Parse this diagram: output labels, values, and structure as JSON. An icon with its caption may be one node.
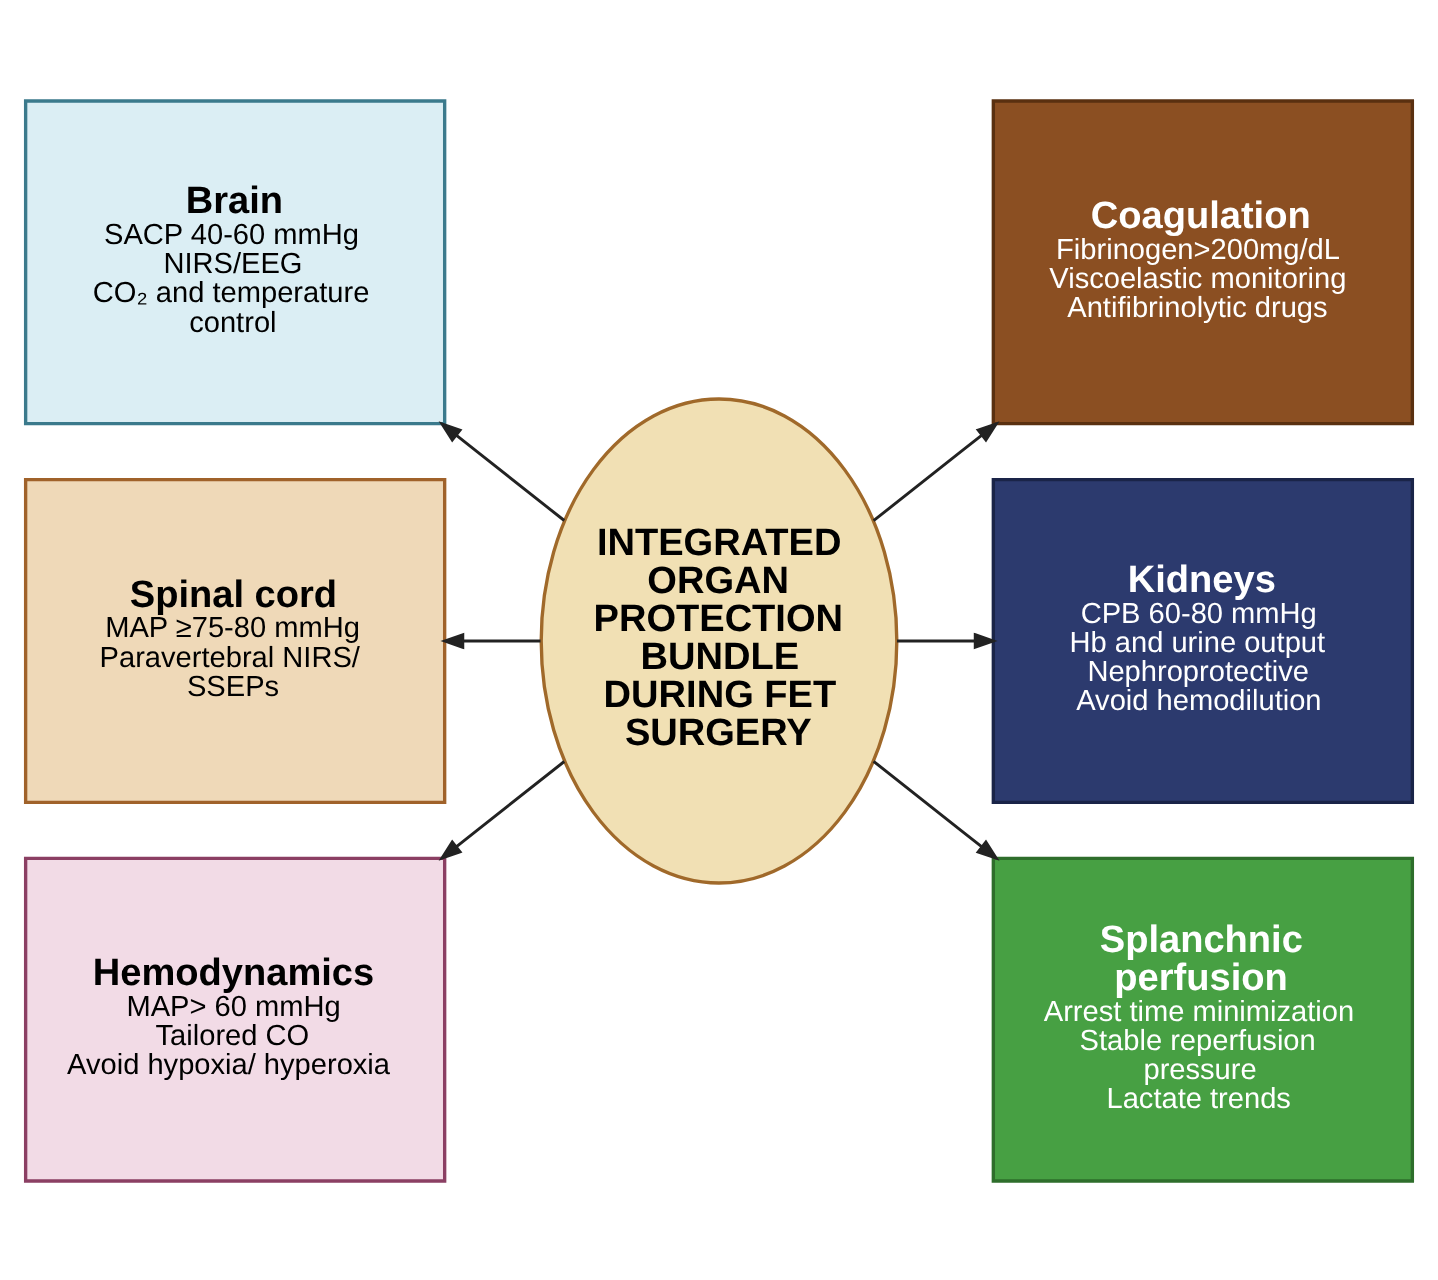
{
  "diagram": {
    "nodes": [
      {
        "text": [
          "Brain",
          "SACP 40-60 mmHg",
          "NIRS/EEG",
          "CO₂ and temperature control"
        ]
      },
      {
        "text": [
          "Coagulation",
          "Fibrinogen>200mg/dL",
          "Viscoelastic monitoring",
          "Antifibrinolytic drugs"
        ]
      },
      {
        "text": [
          "Spinal cord",
          "MAP ≥75-80 mmHg",
          "Paravertebral NIRS/ SSEPs"
        ]
      },
      {
        "text": [
          "INTEGRATED ORGAN PROTECTION BUNDLE DURING FET SURGERY"
        ]
      },
      {
        "text": [
          "Kidneys",
          "CPB 60-80 mmHg",
          "Hb and urine output",
          "Nephroprotective",
          "Avoid hemodilution"
        ]
      },
      {
        "text": [
          "Hemodynamics",
          "MAP> 60 mmHg",
          "Tailored CO",
          "Avoid hypoxia/ hyperoxia"
        ]
      },
      {
        "text": [
          "Splanchnic perfusion",
          "Arrest time minimization",
          "Stable reperfusion pressure",
          "Lactate trends"
        ]
      }
    ],
    "edges": [
      {
        "from": 3,
        "to": 0,
        "arrow": "to"
      },
      {
        "from": 3,
        "to": 2,
        "arrow": "to"
      },
      {
        "from": 3,
        "to": 5,
        "arrow": "to"
      },
      {
        "from": 3,
        "to": 1,
        "arrow": "to"
      },
      {
        "from": 3,
        "to": 4,
        "arrow": "to"
      },
      {
        "from": 3,
        "to": 6,
        "arrow": "to"
      }
    ]
  }
}
